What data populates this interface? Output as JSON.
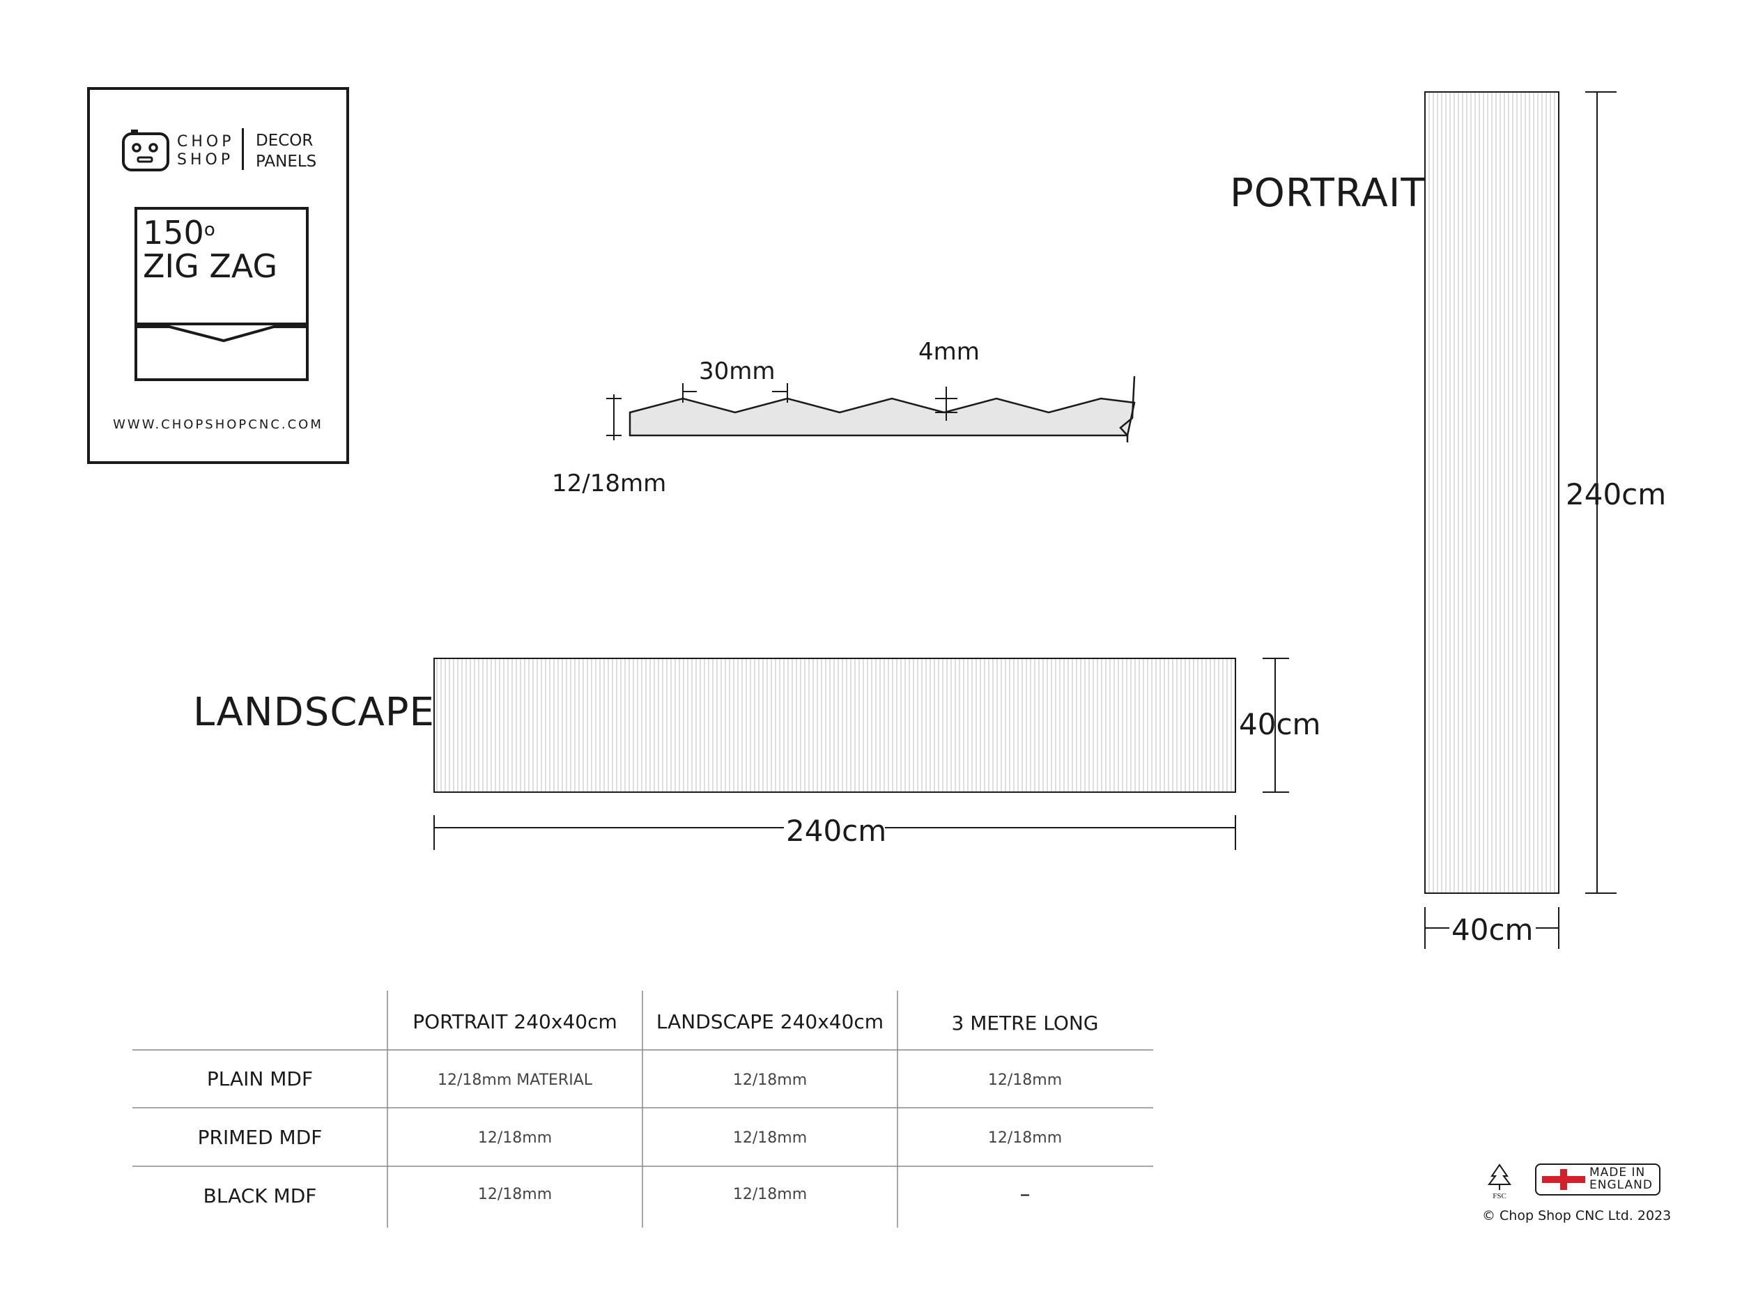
{
  "brand": {
    "chop_line1": "CHOP",
    "chop_line2": "SHOP",
    "category_line1": "DECOR",
    "category_line2": "PANELS",
    "website": "WWW.CHOPSHOPCNC.COM",
    "logo_icon": "chop-shop-robot-face-icon"
  },
  "product": {
    "angle": "150",
    "angle_symbol": "o",
    "name": "ZIG ZAG"
  },
  "profile_section": {
    "pitch": "30mm",
    "depth": "4mm",
    "thickness": "12/18mm"
  },
  "landscape": {
    "label": "LANDSCAPE",
    "height": "40cm",
    "width": "240cm"
  },
  "portrait": {
    "label": "PORTRAIT",
    "height": "240cm",
    "width": "40cm"
  },
  "table": {
    "headers": [
      "",
      "PORTRAIT 240x40cm",
      "LANDSCAPE 240x40cm",
      "3 METRE LONG"
    ],
    "rows": [
      {
        "label": "PLAIN MDF",
        "values": [
          "12/18mm MATERIAL",
          "12/18mm",
          "12/18mm"
        ]
      },
      {
        "label": "PRIMED MDF",
        "values": [
          "12/18mm",
          "12/18mm",
          "12/18mm"
        ]
      },
      {
        "label": "BLACK MDF",
        "values": [
          "12/18mm",
          "12/18mm",
          "–"
        ]
      }
    ]
  },
  "footer": {
    "fsc_label": "FSC",
    "made_in_line1": "MADE IN",
    "made_in_line2": "ENGLAND",
    "copyright": "© Chop Shop CNC Ltd. 2023",
    "flag_icon": "england-flag-icon",
    "fsc_icon": "fsc-tree-icon"
  },
  "colors": {
    "line": "#1a1a1a",
    "panel_fill": "#e6e6e6",
    "flute_line": "#c8c8c8",
    "flag_red": "#d3202a"
  }
}
